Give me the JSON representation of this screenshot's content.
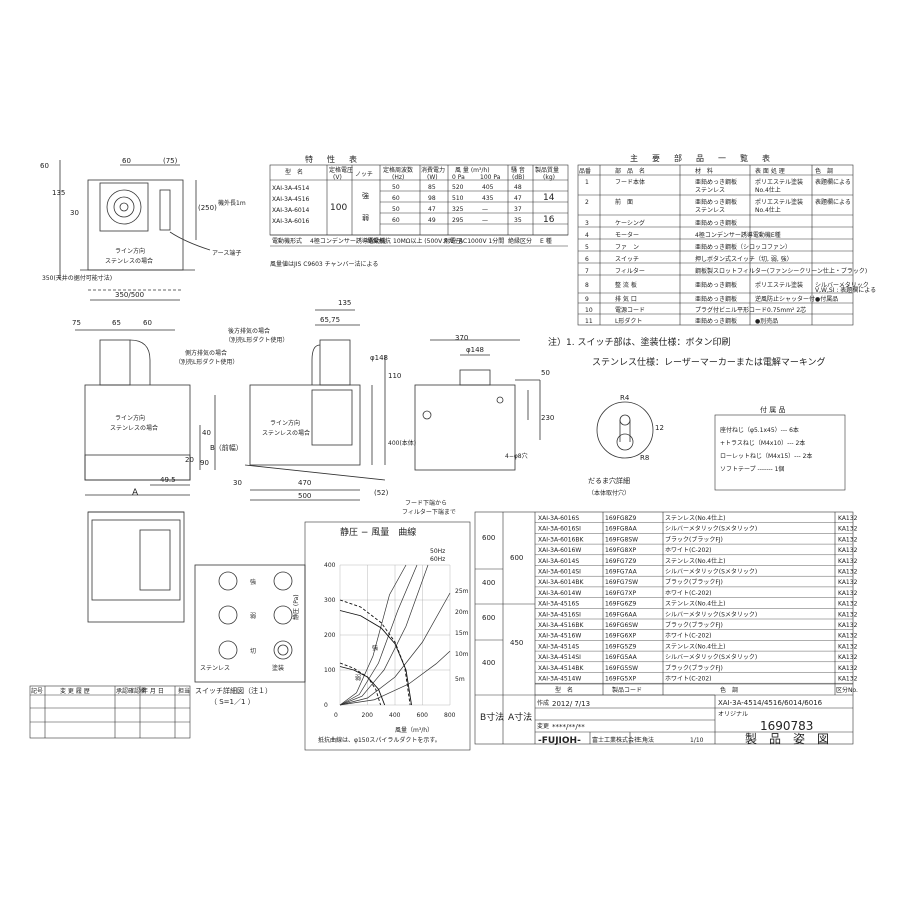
{
  "spec_table": {
    "title": "特　性　表",
    "headers": [
      "型　名",
      "定格電圧",
      "(V)",
      "ノッチ",
      "定格周波数",
      "(Hz)",
      "消費電力",
      "(W)",
      "風 量 (m³/h)",
      "0 Pa",
      "100 Pa",
      "騒 音",
      "(dB)",
      "製品質量",
      "(kg)"
    ],
    "models": [
      "XAI-3A-4514",
      "XAI-3A-4516",
      "XAI-3A-6014",
      "XAI-3A-6016"
    ],
    "voltage": "100",
    "notch_strong": "強",
    "notch_weak": "弱",
    "rows": [
      [
        "50",
        "85",
        "520",
        "405",
        "48"
      ],
      [
        "60",
        "98",
        "510",
        "435",
        "47"
      ],
      [
        "50",
        "47",
        "325",
        "—",
        "37"
      ],
      [
        "60",
        "49",
        "295",
        "—",
        "35"
      ]
    ],
    "mass": [
      "14",
      "16"
    ],
    "motor_row": [
      "電動機形式",
      "4極コンデンサー誘導電動機",
      "絶縁抵抗",
      "10MΩ以上 (500Vメガー)",
      "耐電圧",
      "AC1000V 1分間",
      "絶縁区分",
      "E 種"
    ],
    "note": "風量値はJIS C9603 チャンバー法による"
  },
  "parts_table": {
    "title": "主　要　部　品　一　覧　表",
    "headers": [
      "品番",
      "部　品　名",
      "材　料",
      "表 面 処 理",
      "色　調"
    ],
    "rows": [
      [
        "1",
        "フード本体",
        "亜鉛めっき鋼板",
        "ポリエステル塗装",
        "表題欄による"
      ],
      [
        "",
        "",
        "ステンレス",
        "No.4仕上",
        ""
      ],
      [
        "2",
        "前　面",
        "亜鉛めっき鋼板",
        "ポリエステル塗装",
        "表題欄による"
      ],
      [
        "",
        "",
        "ステンレス",
        "No.4仕上",
        ""
      ],
      [
        "3",
        "ケーシング",
        "亜鉛めっき鋼板",
        "",
        ""
      ],
      [
        "4",
        "モーター",
        "4極コンデンサー誘導電動機E種",
        "",
        ""
      ],
      [
        "5",
        "ファ　ン",
        "亜鉛めっき鋼板（シロッコファン）",
        "",
        ""
      ],
      [
        "6",
        "スイッチ",
        "押しボタン式スイッチ（切, 弱, 強）",
        "",
        ""
      ],
      [
        "7",
        "フィルター",
        "鋼板製スロットフィルター(ファンシークリーン仕上・ブラック)",
        "",
        ""
      ],
      [
        "8",
        "整 流 板",
        "亜鉛めっき鋼板",
        "ポリエステル塗装",
        "シルバーメタリック"
      ],
      [
        "9",
        "排 気 口",
        "亜鉛めっき鋼板",
        "逆風防止シャッター付",
        "●付属品"
      ],
      [
        "10",
        "電源コード",
        "プラグ付ビニル平形コード0.75mm² 2芯",
        "",
        ""
      ],
      [
        "11",
        "L形ダクト",
        "亜鉛めっき鋼板",
        "●別売品",
        ""
      ]
    ],
    "row8_color2": "V,W,SI : 表題欄による"
  },
  "notes": {
    "line1": "注）1. スイッチ部は、塗装仕様：ボタン印刷",
    "line2": "ステンレス仕様：レーザーマーカーまたは電解マーキング"
  },
  "accessories": {
    "title": "付 属 品",
    "items": [
      "座付ねじ（φ5.1x45）--- 6本",
      "+トラスねじ（M4x10）--- 2本",
      "ローレットねじ（M4x15）--- 2本",
      "ソフトテープ ------- 1個"
    ]
  },
  "drawing_labels": {
    "top_60": "60",
    "top_75": "(75)",
    "d135": "135",
    "d30": "30",
    "d250": "(250)",
    "cord": "機外長1m",
    "earth": "アース端子",
    "line_dir": "ライン方向",
    "stainless_case": "ステンレスの場合",
    "d350_500": "350/500",
    "d350v": "350(天井の据付可能寸法)",
    "d60v": "60",
    "d75": "75",
    "d65": "65",
    "d60": "60",
    "d135b": "135",
    "d65_75": "65,75",
    "rear_exhaust": "後方排気の場合",
    "rear_exhaust2": "（別売L形ダクト使用）",
    "side_exhaust": "側方排気の場合",
    "side_exhaust2": "（別売L形ダクト使用）",
    "phi148": "φ148",
    "d110": "110",
    "d400": "400(本体)",
    "d40": "40",
    "d20": "20",
    "d90": "90",
    "B_front": "B（前幅）",
    "d49_5": "49.5",
    "A": "A",
    "d470": "470",
    "d500": "500",
    "d30b": "30",
    "d52": "(52)",
    "filter_bottom1": "フード下端から",
    "filter_bottom2": "フィルター下端まで",
    "d370": "370",
    "phi148b": "φ148",
    "d50": "50",
    "d230": "230",
    "d4_8": "4−φ8穴",
    "d12": "12",
    "r4": "R4",
    "r8": "R8",
    "keyhole1": "だるま穴詳細",
    "keyhole2": "（本体取付穴）"
  },
  "curve": {
    "title": "静圧 − 風量　曲線",
    "y_label": "静圧 (Pa)",
    "x_label": "風量（m³/h）",
    "legend_50": "50Hz",
    "legend_60": "60Hz",
    "strong": "強",
    "weak": "弱",
    "duct_labels": [
      "25m",
      "20m",
      "15m",
      "10m",
      "5m"
    ],
    "note": "抵抗曲線は、φ150スパイラルダクトを示す。"
  },
  "chart_data": {
    "type": "line",
    "title": "静圧 − 風量　曲線",
    "xlabel": "風量（m³/h）",
    "ylabel": "静圧 (Pa)",
    "xlim": [
      0,
      800
    ],
    "ylim": [
      0,
      400
    ],
    "x_ticks": [
      "0",
      "200",
      "400",
      "600",
      "800"
    ],
    "y_ticks": [
      "0",
      "100",
      "200",
      "300",
      "400"
    ],
    "grid": true,
    "series": [
      {
        "name": "強 50Hz",
        "x": [
          0,
          150,
          300,
          400,
          480,
          520
        ],
        "y": [
          270,
          255,
          220,
          175,
          100,
          0
        ]
      },
      {
        "name": "強 60Hz",
        "x": [
          0,
          150,
          300,
          400,
          470,
          510
        ],
        "y": [
          300,
          280,
          235,
          180,
          110,
          0
        ]
      },
      {
        "name": "弱 50Hz",
        "x": [
          0,
          100,
          200,
          280,
          325
        ],
        "y": [
          110,
          100,
          80,
          45,
          0
        ]
      },
      {
        "name": "弱 60Hz",
        "x": [
          0,
          100,
          200,
          260,
          295
        ],
        "y": [
          120,
          105,
          80,
          45,
          0
        ]
      }
    ],
    "duct_series": [
      {
        "name": "25m",
        "x": [
          0,
          120,
          240,
          360,
          480
        ],
        "y": [
          0,
          35,
          140,
          315,
          560
        ]
      },
      {
        "name": "20m",
        "x": [
          0,
          140,
          280,
          420,
          560
        ],
        "y": [
          0,
          30,
          120,
          270,
          480
        ]
      },
      {
        "name": "15m",
        "x": [
          0,
          160,
          320,
          480,
          640
        ],
        "y": [
          0,
          25,
          100,
          225,
          400
        ]
      },
      {
        "name": "10m",
        "x": [
          0,
          200,
          400,
          600,
          800
        ],
        "y": [
          0,
          20,
          80,
          180,
          320
        ]
      },
      {
        "name": "5m",
        "x": [
          0,
          250,
          500,
          700,
          800
        ],
        "y": [
          0,
          15,
          60,
          118,
          154
        ]
      }
    ]
  },
  "switch_detail": {
    "strong": "強",
    "weak": "弱",
    "off": "切",
    "stainless": "ステンレス",
    "painted": "塗装",
    "title": "スイッチ詳細図（注１）",
    "scale": "（ S=1／1 ）"
  },
  "revision": {
    "headers": [
      "記号",
      "変 更 履 歴",
      "承認確認欄",
      "年 月 日",
      "担当"
    ]
  },
  "model_table": {
    "rows": [
      [
        "XAI-3A-6016S",
        "169FG8Z9",
        "ステンレス(No.4仕上)",
        "KA132"
      ],
      [
        "XAI-3A-6016SI",
        "169FG8AA",
        "シルバーメタリック(Sメタリック)",
        "KA132"
      ],
      [
        "XAI-3A-6016BK",
        "169FG8SW",
        "ブラック(ブラックFJ)",
        "KA132"
      ],
      [
        "XAI-3A-6016W",
        "169FG8XP",
        "ホワイト(C-202)",
        "KA132"
      ],
      [
        "XAI-3A-6014S",
        "169FG7Z9",
        "ステンレス(No.4仕上)",
        "KA132"
      ],
      [
        "XAI-3A-6014SI",
        "169FG7AA",
        "シルバーメタリック(Sメタリック)",
        "KA132"
      ],
      [
        "XAI-3A-6014BK",
        "169FG7SW",
        "ブラック(ブラックFJ)",
        "KA132"
      ],
      [
        "XAI-3A-6014W",
        "169FG7XP",
        "ホワイト(C-202)",
        "KA132"
      ],
      [
        "XAI-3A-4516S",
        "169FG6Z9",
        "ステンレス(No.4仕上)",
        "KA132"
      ],
      [
        "XAI-3A-4516SI",
        "169FG6AA",
        "シルバーメタリック(Sメタリック)",
        "KA132"
      ],
      [
        "XAI-3A-4516BK",
        "169FG6SW",
        "ブラック(ブラックFJ)",
        "KA132"
      ],
      [
        "XAI-3A-4516W",
        "169FG6XP",
        "ホワイト(C-202)",
        "KA132"
      ],
      [
        "XAI-3A-4514S",
        "169FG5Z9",
        "ステンレス(No.4仕上)",
        "KA132"
      ],
      [
        "XAI-3A-4514SI",
        "169FG5AA",
        "シルバーメタリック(Sメタリック)",
        "KA132"
      ],
      [
        "XAI-3A-4514BK",
        "169FG5SW",
        "ブラック(ブラックFJ)",
        "KA132"
      ],
      [
        "XAI-3A-4514W",
        "169FG5XP",
        "ホワイト(C-202)",
        "KA132"
      ]
    ],
    "a_values": [
      "600",
      "400",
      "600",
      "400"
    ],
    "b_values": [
      "600",
      "450"
    ],
    "header_model": "型　名",
    "header_code": "製品コード",
    "header_color": "色　調",
    "header_div": "区分No.",
    "b_label": "B寸法",
    "a_label": "A寸法"
  },
  "title_block": {
    "created_label": "作成",
    "created_date": "2012/ 7/13",
    "changed_label": "変更",
    "changed_date": "****/**/**",
    "brand": "-FUJIOH-",
    "brand_sub": "富士工業株式会社",
    "angle": "三角法",
    "scale": "1/10",
    "models": "XAI-3A-4514/4516/6014/6016",
    "original": "オリジナル",
    "number": "1690783",
    "product_figure": "製　品　姿　図"
  }
}
